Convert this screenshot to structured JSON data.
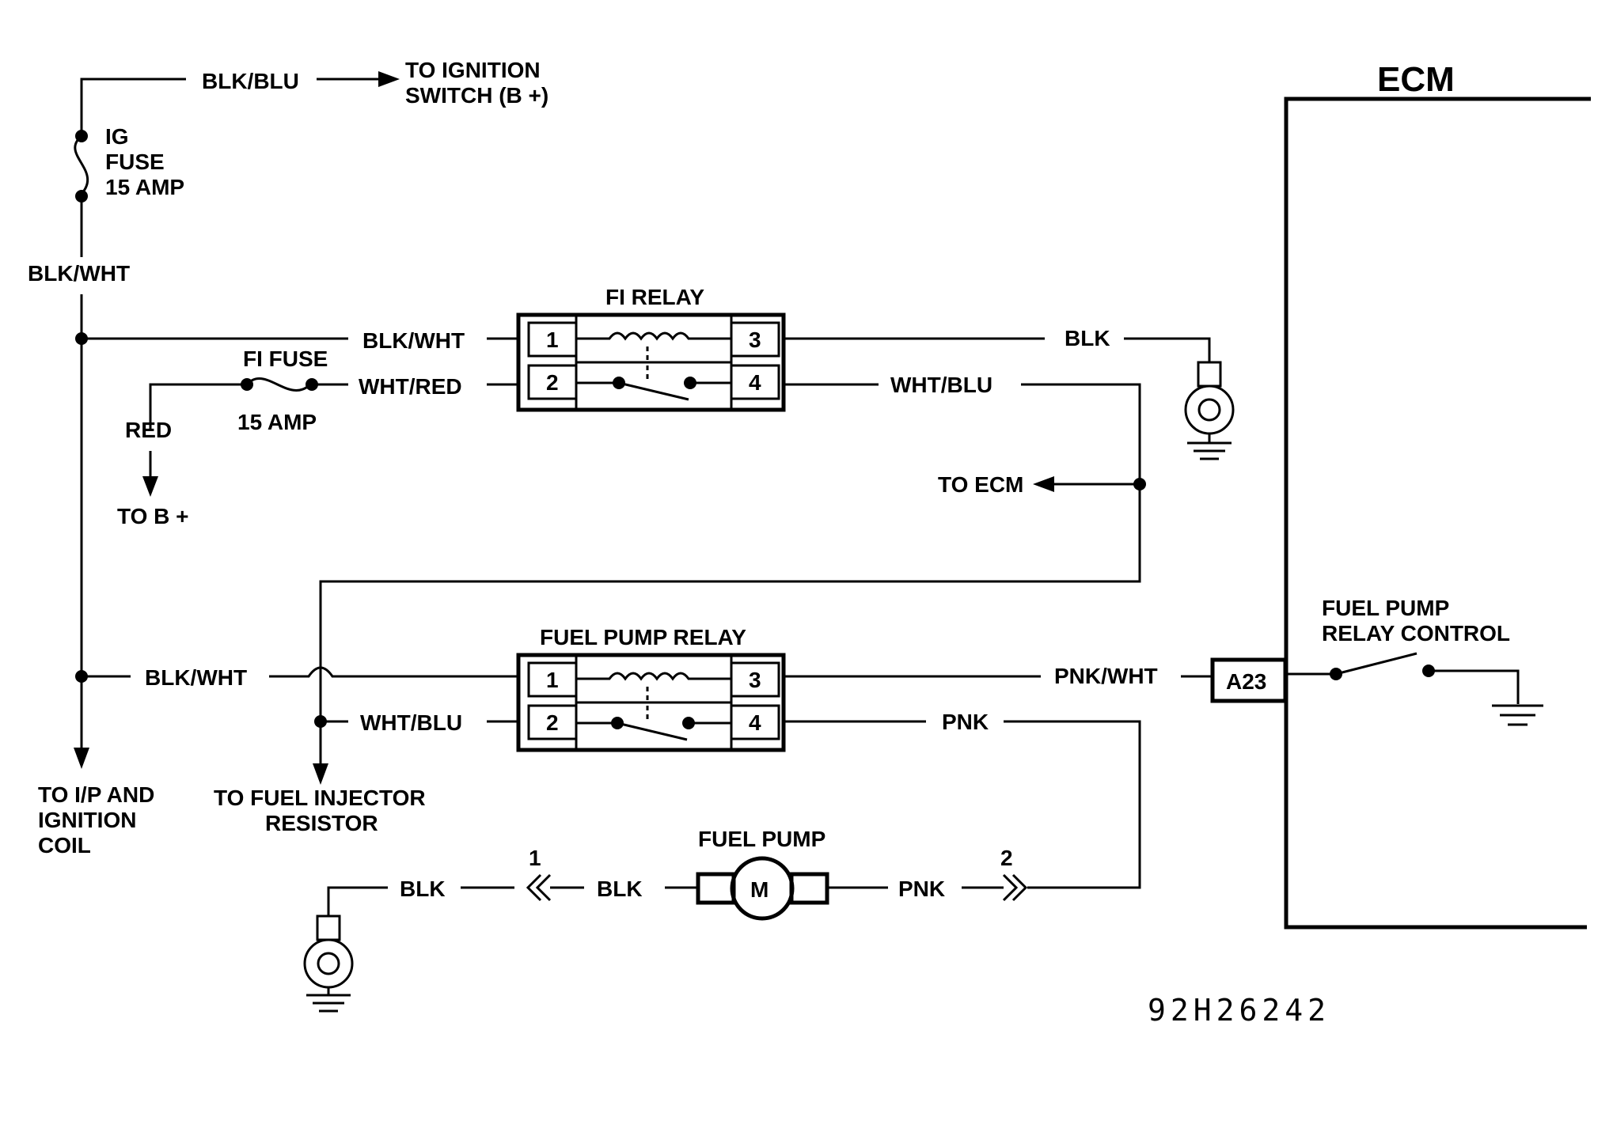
{
  "ecm": {
    "title": "ECM",
    "pin": "A23",
    "switch_label_1": "FUEL PUMP",
    "switch_label_2": "RELAY CONTROL"
  },
  "top": {
    "wire": "BLK/BLU",
    "dest_1": "TO IGNITION",
    "dest_2": "SWITCH (B +)"
  },
  "ig_fuse": {
    "line1": "IG",
    "line2": "FUSE",
    "line3": "15 AMP"
  },
  "left": {
    "wire": "BLK/WHT",
    "dest_1": "TO I/P AND",
    "dest_2": "IGNITION",
    "dest_3": "COIL"
  },
  "fi_relay": {
    "title": "FI RELAY",
    "pins": [
      "1",
      "2",
      "3",
      "4"
    ],
    "pin1_wire": "BLK/WHT",
    "pin2_wire": "WHT/RED",
    "pin3_wire": "BLK",
    "pin4_wire": "WHT/BLU"
  },
  "fi_fuse": {
    "title": "FI FUSE",
    "rating": "15 AMP",
    "source_wire": "RED",
    "source_dest": "TO B +"
  },
  "to_ecm": "TO ECM",
  "fuel_pump_relay": {
    "title": "FUEL PUMP RELAY",
    "pins": [
      "1",
      "2",
      "3",
      "4"
    ],
    "pin1_wire": "BLK/WHT",
    "pin2_wire": "WHT/BLU",
    "pin3_wire": "PNK/WHT",
    "pin4_wire": "PNK"
  },
  "injector": {
    "dest_1": "TO FUEL INJECTOR",
    "dest_2": "RESISTOR"
  },
  "fuel_pump": {
    "title": "FUEL PUMP",
    "motor": "M",
    "left_wire": "BLK",
    "right_wire": "PNK",
    "conn1_wire": "BLK",
    "conn1_pin": "1",
    "conn2_pin": "2"
  },
  "figure_code": "92H26242"
}
